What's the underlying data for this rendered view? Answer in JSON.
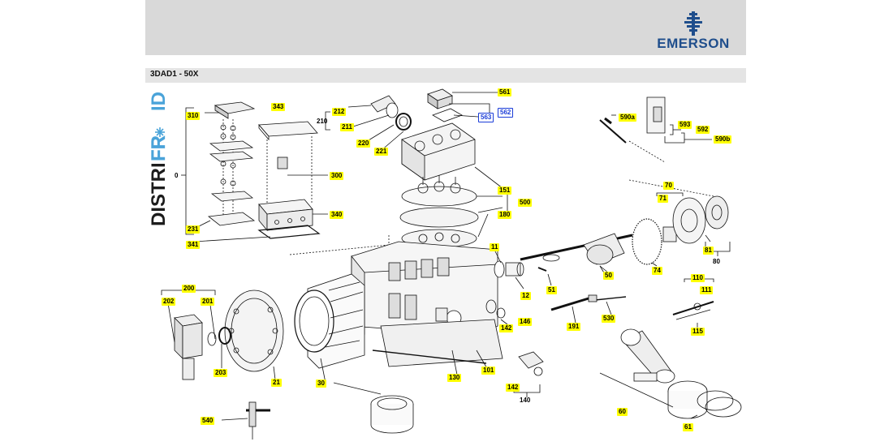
{
  "header": {
    "brand": "EMERSON",
    "brand_icon": "emerson-logo-icon"
  },
  "model": {
    "title": "3DAD1 - 50X"
  },
  "side_brand": {
    "text": "DISTRIFROID",
    "icon": "snowflake-icon",
    "colors": {
      "distri": "#1c1c1c",
      "froid": "#4aa3d9"
    }
  },
  "parts": {
    "p0": "0",
    "p310": "310",
    "p343": "343",
    "p300": "300",
    "p340": "340",
    "p231": "231",
    "p341": "341",
    "p212": "212",
    "p210": "210",
    "p211": "211",
    "p220": "220",
    "p221": "221",
    "p561": "561",
    "p562": "562",
    "p563": "563",
    "p151": "151",
    "p500": "500",
    "p180": "180",
    "p590a": "590a",
    "p593": "593",
    "p592": "592",
    "p590b": "590b",
    "p70": "70",
    "p71": "71",
    "p81": "81",
    "p80": "80",
    "p74": "74",
    "p11": "11",
    "p12": "12",
    "p51": "51",
    "p50": "50",
    "p200": "200",
    "p202": "202",
    "p201": "201",
    "p203": "203",
    "p21": "21",
    "p110": "110",
    "p111": "111",
    "p115": "115",
    "p191": "191",
    "p530": "530",
    "p142": "142",
    "p146": "146",
    "p130": "130",
    "p101": "101",
    "p30": "30",
    "p142b": "142",
    "p140": "140",
    "p60": "60",
    "p61": "61",
    "p540": "540"
  }
}
